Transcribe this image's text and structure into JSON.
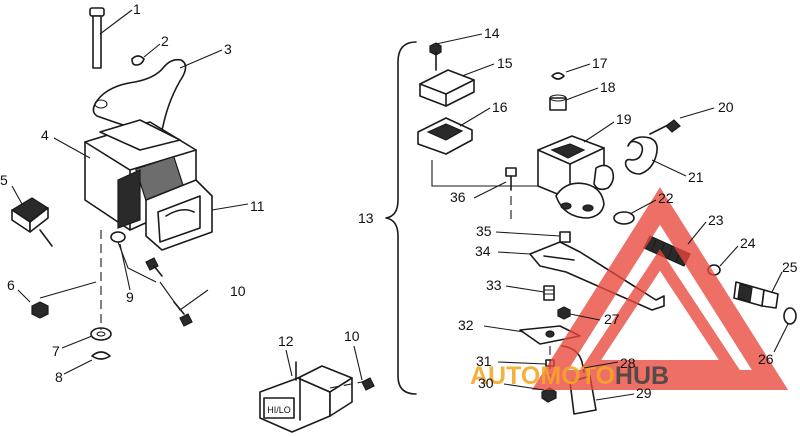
{
  "callouts": [
    {
      "id": "c1",
      "label": "1"
    },
    {
      "id": "c2",
      "label": "2"
    },
    {
      "id": "c3",
      "label": "3"
    },
    {
      "id": "c4",
      "label": "4"
    },
    {
      "id": "c5",
      "label": "5"
    },
    {
      "id": "c6",
      "label": "6"
    },
    {
      "id": "c7",
      "label": "7"
    },
    {
      "id": "c8",
      "label": "8"
    },
    {
      "id": "c9",
      "label": "9"
    },
    {
      "id": "c10a",
      "label": "10"
    },
    {
      "id": "c10b",
      "label": "10"
    },
    {
      "id": "c11",
      "label": "11"
    },
    {
      "id": "c12",
      "label": "12"
    },
    {
      "id": "c13",
      "label": "13"
    },
    {
      "id": "c14",
      "label": "14"
    },
    {
      "id": "c15",
      "label": "15"
    },
    {
      "id": "c16",
      "label": "16"
    },
    {
      "id": "c17",
      "label": "17"
    },
    {
      "id": "c18",
      "label": "18"
    },
    {
      "id": "c19",
      "label": "19"
    },
    {
      "id": "c20",
      "label": "20"
    },
    {
      "id": "c21",
      "label": "21"
    },
    {
      "id": "c22",
      "label": "22"
    },
    {
      "id": "c23",
      "label": "23"
    },
    {
      "id": "c24",
      "label": "24"
    },
    {
      "id": "c25",
      "label": "25"
    },
    {
      "id": "c26",
      "label": "26"
    },
    {
      "id": "c27",
      "label": "27"
    },
    {
      "id": "c28",
      "label": "28"
    },
    {
      "id": "c29",
      "label": "29"
    },
    {
      "id": "c30",
      "label": "30"
    },
    {
      "id": "c31",
      "label": "31"
    },
    {
      "id": "c32",
      "label": "32"
    },
    {
      "id": "c33",
      "label": "33"
    },
    {
      "id": "c34",
      "label": "34"
    },
    {
      "id": "c35",
      "label": "35"
    },
    {
      "id": "c36",
      "label": "36"
    }
  ],
  "switch_label": "HI/LO",
  "watermark": {
    "part1": "AUTO",
    "part2": "MOTO",
    "part3": "HUB",
    "color_primary": "#e8473c",
    "color_secondary": "#f5a623",
    "color_dark": "#444444"
  }
}
